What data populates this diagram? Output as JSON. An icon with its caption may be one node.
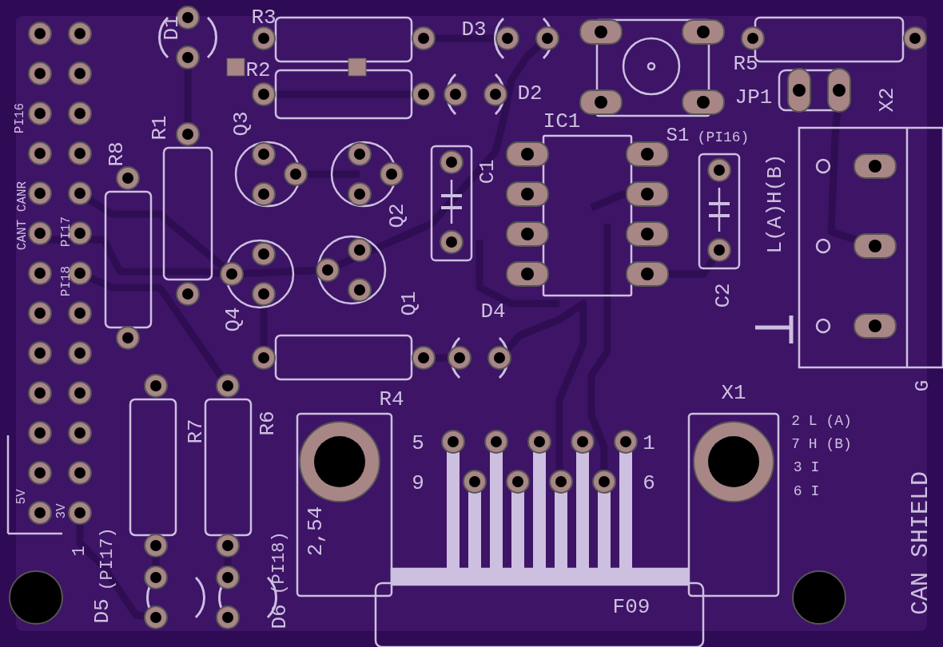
{
  "diagram": {
    "labels": [
      "D1",
      "R3",
      "D3",
      "R5",
      "R2",
      "D2",
      "JP1",
      "X2",
      "IC1",
      "S1",
      "(PI16)",
      "PI16",
      "CANT CANR",
      "PI17",
      "PI18",
      "R1",
      "Q3",
      "R8",
      "C1",
      "L(A)H(B)",
      "Q2",
      "C2",
      "Q4",
      "Q1",
      "D4",
      "R4",
      "X1",
      "5",
      "1",
      "9",
      "6",
      "2 L (A)",
      "7 H (B)",
      "3 I",
      "6 I",
      "R7",
      "R6",
      "2,54",
      "5V",
      "3V",
      "1",
      "(PI17)",
      "D5",
      "(PI18)",
      "D6",
      "F09",
      "CAN SHIELD",
      "G"
    ]
  }
}
